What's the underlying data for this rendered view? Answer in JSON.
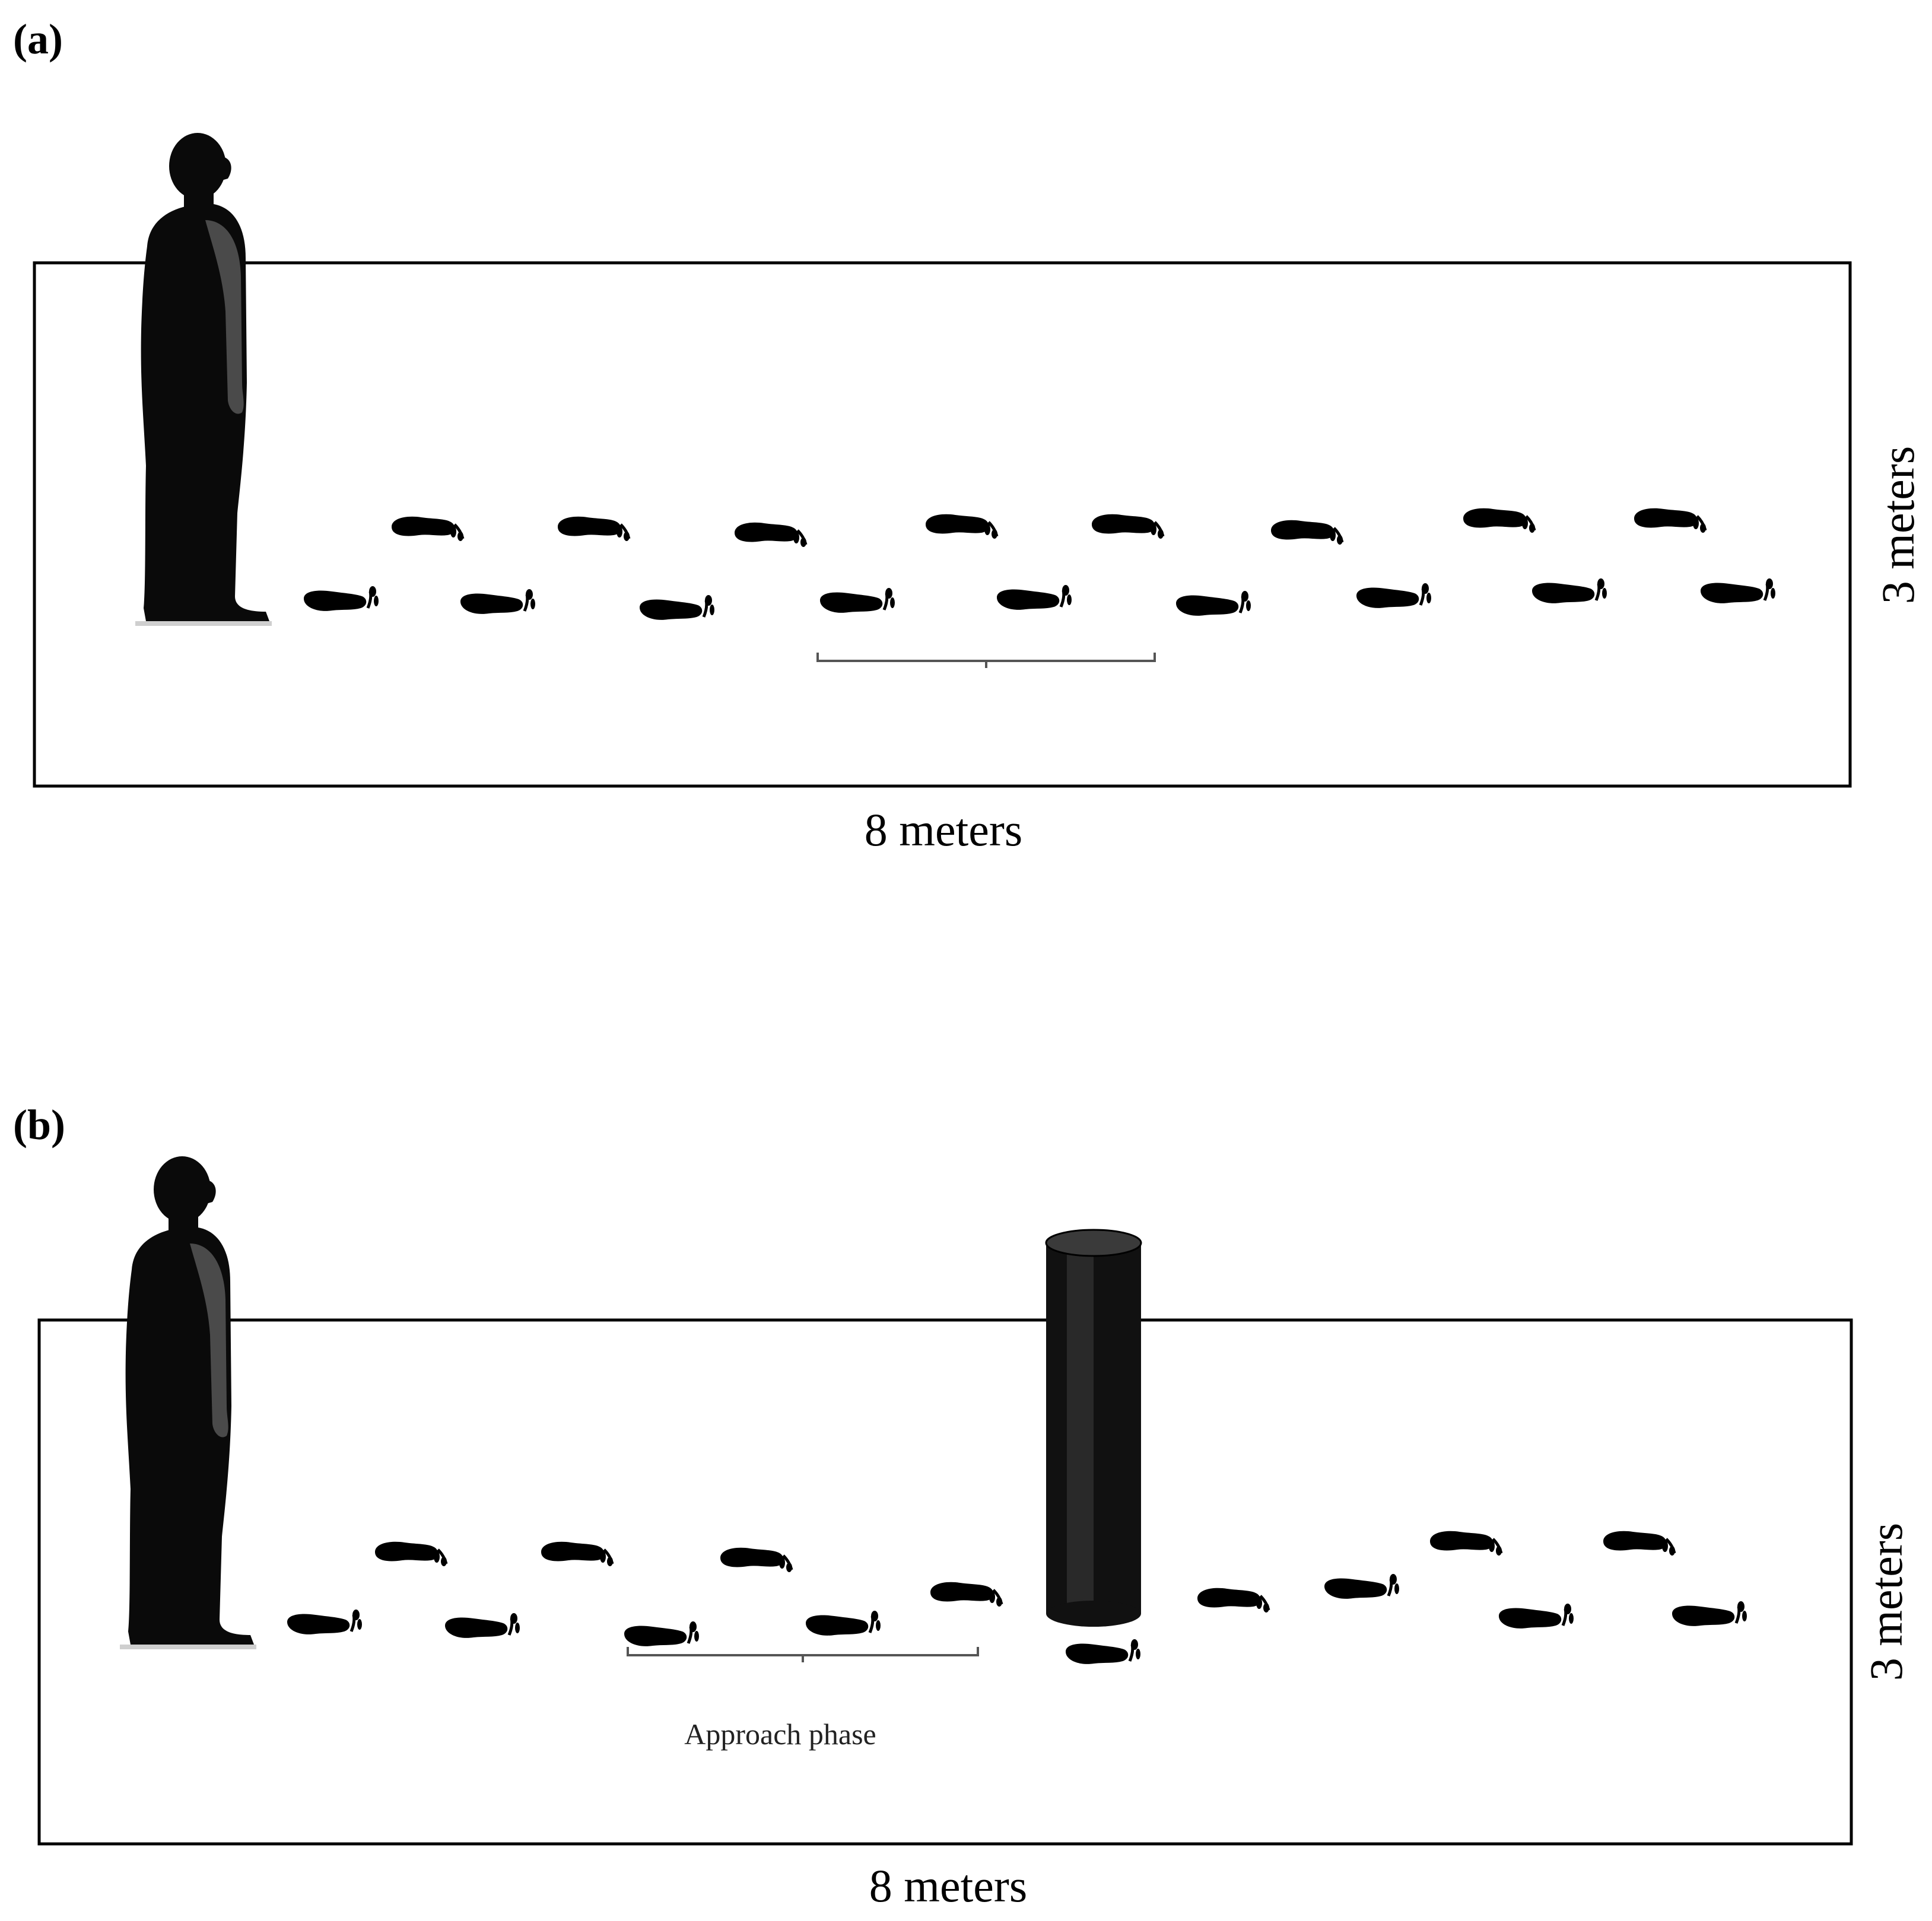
{
  "panels": [
    {
      "label": "(a)",
      "width_label": "8 meters",
      "height_label": "3 meters",
      "bracket_label": "",
      "has_obstacle": false
    },
    {
      "label": "(b)",
      "width_label": "8 meters",
      "height_label": "3 meters",
      "bracket_label": "Approach phase",
      "has_obstacle": true
    }
  ],
  "icons": {
    "person": "person-silhouette-icon",
    "footprint": "footprint-icon",
    "obstacle": "cylinder-obstacle-icon"
  },
  "colors": {
    "border": "#000000",
    "silhouette": "#0a0a0a",
    "silhouette_arm": "#4a4a4a",
    "bracket": "#555555",
    "obstacle_dark": "#111111",
    "obstacle_light": "#3a3a3a"
  }
}
